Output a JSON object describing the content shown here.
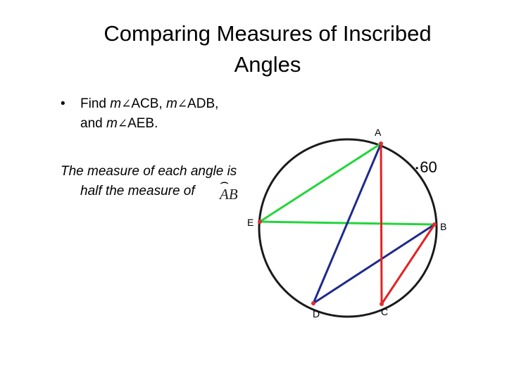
{
  "slide": {
    "title_line1": "Comparing Measures of Inscribed",
    "title_line2": "Angles",
    "bullet": {
      "marker": "•",
      "find": "Find",
      "m": "m",
      "angle_symbol": "∠",
      "acb": "ACB,",
      "adb": "ADB,",
      "and": "and",
      "aeb": "AEB."
    },
    "note_line1": "The measure of each angle is",
    "note_line2": "half the measure of",
    "arc_glyph": "⌢",
    "arc_label": "AB",
    "right_marker": "•",
    "right_value": "60"
  },
  "diagram": {
    "points": {
      "A": "A",
      "B": "B",
      "C": "C",
      "D": "D",
      "E": "E"
    },
    "colors": {
      "circle": "#1a1a1a",
      "angle_acb": "#e32222",
      "angle_adb": "#1f2a8c",
      "angle_aeb": "#22d63a",
      "point": "#e03030"
    }
  }
}
